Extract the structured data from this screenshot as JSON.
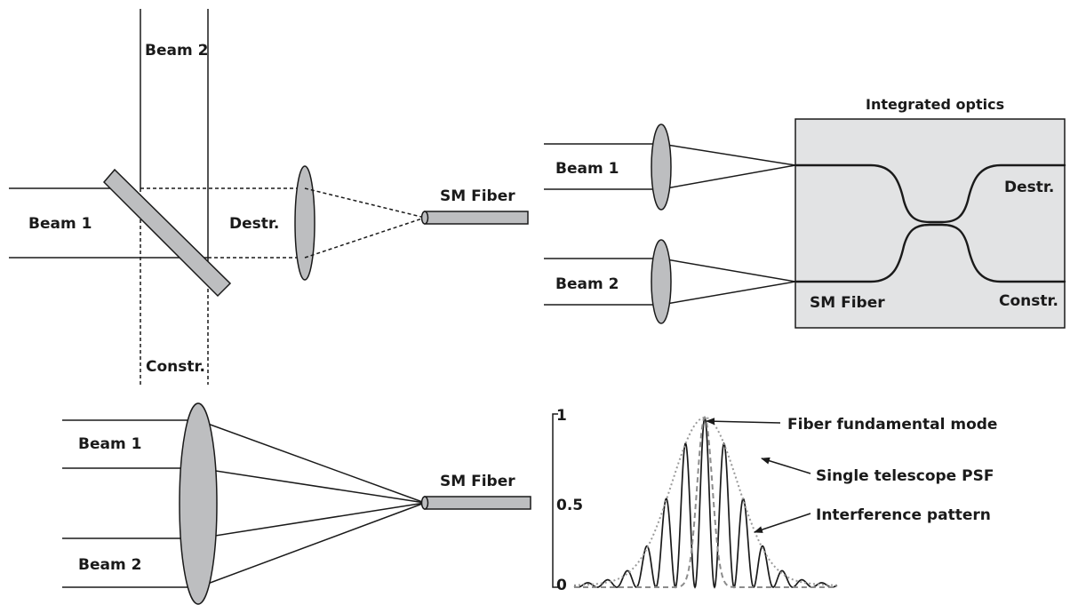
{
  "panel_bulk": {
    "beam2_label": "Beam 2",
    "beam1_label": "Beam 1",
    "destr_label": "Destr.",
    "constr_label": "Constr.",
    "fiber_label": "SM Fiber"
  },
  "panel_integrated": {
    "title": "Integrated optics",
    "beam1_label": "Beam 1",
    "beam2_label": "Beam 2",
    "destr_label": "Destr.",
    "constr_label": "Constr.",
    "fiber_label": "SM Fiber"
  },
  "panel_multiaxial": {
    "beam1_label": "Beam 1",
    "beam2_label": "Beam 2",
    "fiber_label": "SM Fiber"
  },
  "profile_plot": {
    "yticks": [
      "1",
      "0.5",
      "0"
    ],
    "annotations": {
      "fiber_mode": "Fiber fundamental mode",
      "telescope_psf": "Single telescope PSF",
      "interference": "Interference pattern"
    },
    "colors": {
      "fringes": "#1a1a1a",
      "psf": "#9a9a9a",
      "fiber_mode": "#8c8c8c"
    }
  }
}
